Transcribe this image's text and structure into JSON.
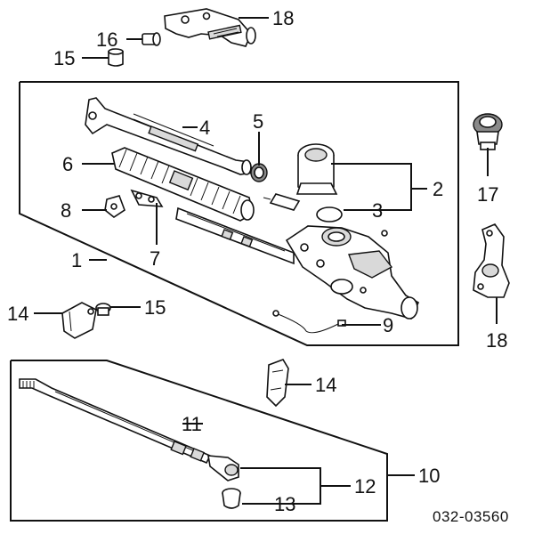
{
  "diagram": {
    "callouts": {
      "c1": "1",
      "c2": "2",
      "c3": "3",
      "c4": "4",
      "c5": "5",
      "c6": "6",
      "c7": "7",
      "c8": "8",
      "c9": "9",
      "c10": "10",
      "c11": "11",
      "c12": "12",
      "c13": "13",
      "c14a": "14",
      "c14b": "14",
      "c15a": "15",
      "c15b": "15",
      "c16": "16",
      "c17": "17",
      "c18a": "18",
      "c18b": "18"
    },
    "diagram_code": "032-03560"
  }
}
